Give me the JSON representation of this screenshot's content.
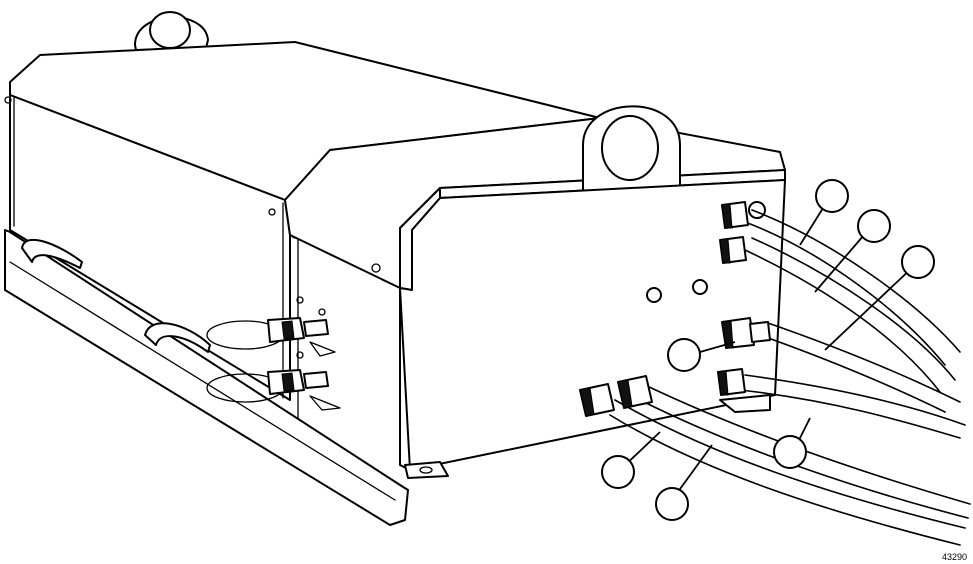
{
  "figure": {
    "id_label": "43290"
  },
  "colors": {
    "line": "#000000",
    "background": "#ffffff"
  },
  "callouts": [
    {
      "id": "c1",
      "label": ""
    },
    {
      "id": "c2",
      "label": ""
    },
    {
      "id": "c3",
      "label": ""
    },
    {
      "id": "c4",
      "label": ""
    },
    {
      "id": "c5",
      "label": ""
    },
    {
      "id": "c6",
      "label": ""
    },
    {
      "id": "c7",
      "label": ""
    }
  ]
}
